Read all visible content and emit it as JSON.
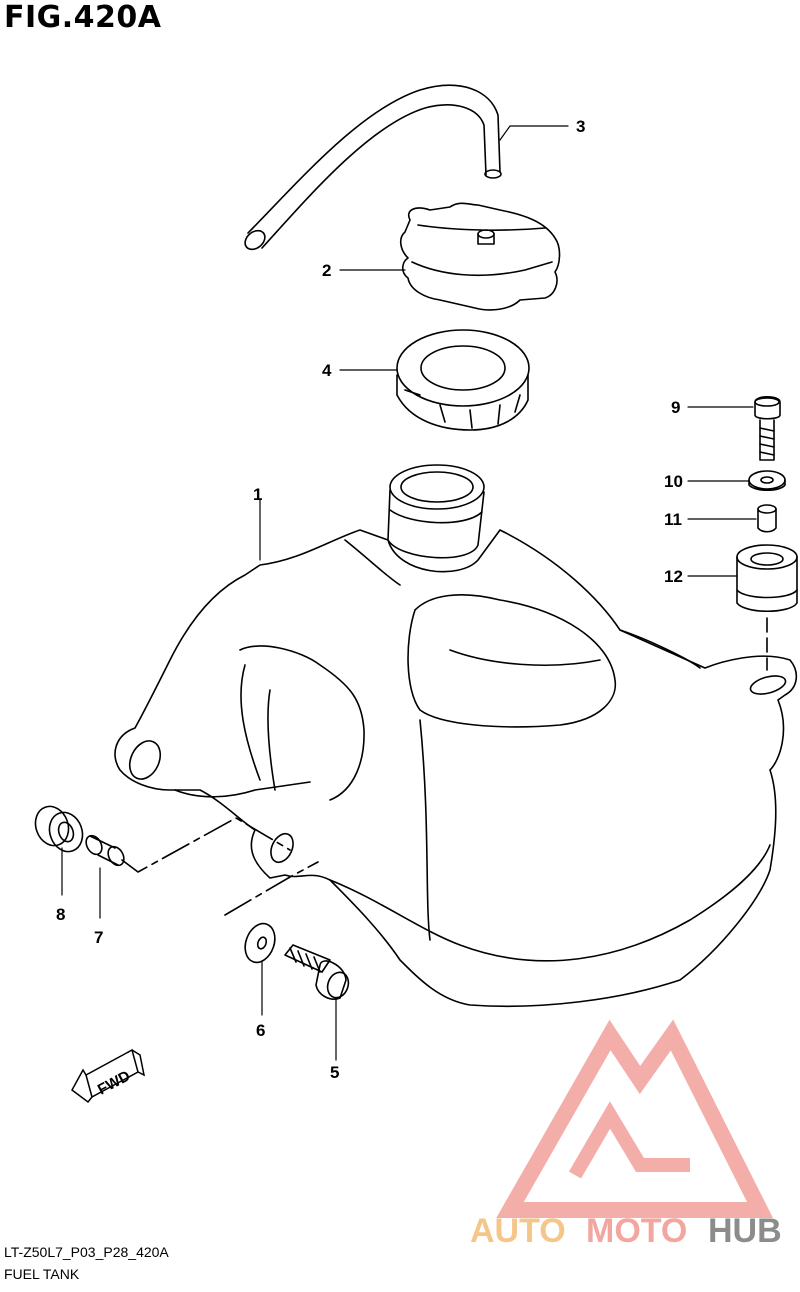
{
  "figure": {
    "title": "FIG.420A"
  },
  "callouts": [
    "1",
    "2",
    "3",
    "4",
    "5",
    "6",
    "7",
    "8",
    "9",
    "10",
    "11",
    "12"
  ],
  "fwd_label": "FWD",
  "watermark": {
    "part1": "AUTO",
    "part2": "MOTO",
    "part3": "HUB",
    "colors": {
      "auto": "#f5c68a",
      "moto": "#f3a6a0",
      "hub": "#8c8c8c",
      "logo": "#f3a6a0"
    }
  },
  "footer": {
    "code": "LT-Z50L7_P03_P28_420A",
    "title": "FUEL TANK"
  }
}
